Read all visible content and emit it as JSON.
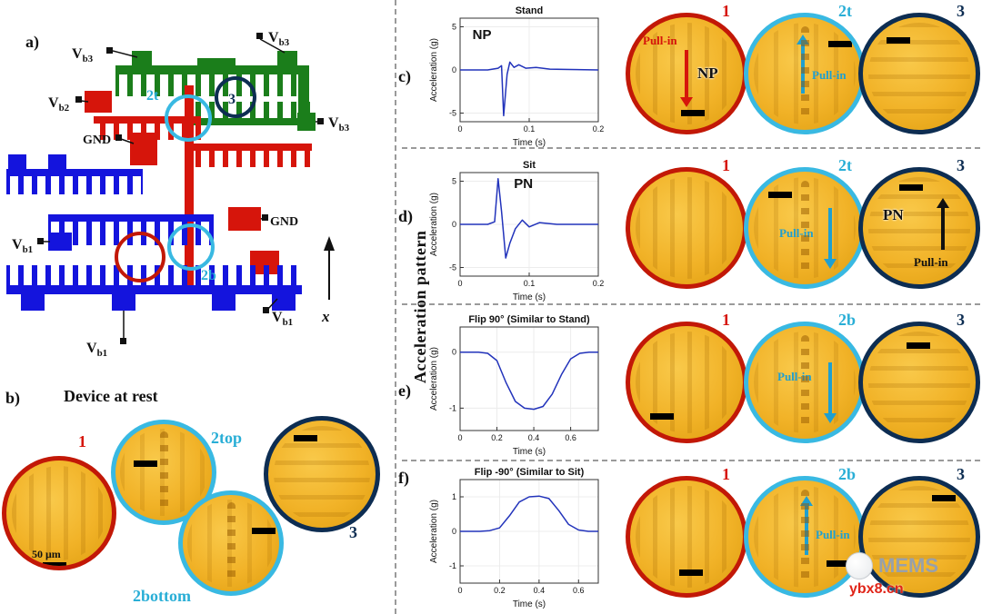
{
  "colors": {
    "red": "#d6150b",
    "green": "#1b7e1b",
    "blue": "#1414dd",
    "cyan": "#39b9e2",
    "navy": "#0d2d52",
    "chart_line": "#2233bb",
    "amber": "#f0b125"
  },
  "panel_labels": {
    "a": "a)",
    "b": "b)",
    "c": "c)",
    "d": "d)",
    "e": "e)",
    "f": "f)"
  },
  "panel_a": {
    "labels": {
      "vb3_tl": {
        "v": "V",
        "s": "b3"
      },
      "vb3_tr": {
        "v": "V",
        "s": "b3"
      },
      "vb2": {
        "v": "V",
        "s": "b2"
      },
      "vb3_r": {
        "v": "V",
        "s": "b3"
      },
      "gnd_l": "GND",
      "gnd_r": "GND",
      "vb1_l": {
        "v": "V",
        "s": "b1"
      },
      "vb1_b": {
        "v": "V",
        "s": "b1"
      },
      "vb1_br": {
        "v": "V",
        "s": "b1"
      },
      "t2": "2t",
      "b2": "2b",
      "n3": "3",
      "axis": "x"
    }
  },
  "panel_b": {
    "title": "Device at rest",
    "scale_bar": "50 μm",
    "circles": [
      {
        "label": "1"
      },
      {
        "label": "2top"
      },
      {
        "label": "2bottom"
      },
      {
        "label": "3"
      }
    ]
  },
  "middle": {
    "rotated_label": "Acceleration pattern"
  },
  "chart_data": [
    {
      "type": "line",
      "title": "Stand",
      "xlabel": "Time (s)",
      "ylabel": "Acceleration (g)",
      "xlim": [
        0,
        0.2
      ],
      "ylim": [
        -6,
        6
      ],
      "xticks": [
        0,
        0.1,
        0.2
      ],
      "yticks": [
        -5,
        0,
        5
      ],
      "annotation": {
        "text": "NP",
        "x": 0.018,
        "y": 3.6
      },
      "x": [
        0,
        0.04,
        0.055,
        0.06,
        0.063,
        0.068,
        0.072,
        0.078,
        0.085,
        0.095,
        0.11,
        0.13,
        0.16,
        0.2
      ],
      "y": [
        0,
        0,
        0.2,
        0.5,
        -5.3,
        -0.5,
        0.9,
        0.3,
        0.6,
        0.2,
        0.3,
        0.1,
        0.05,
        0
      ]
    },
    {
      "type": "line",
      "title": "Sit",
      "xlabel": "Time (s)",
      "ylabel": "Acceleration (g)",
      "xlim": [
        0,
        0.2
      ],
      "ylim": [
        -6,
        6
      ],
      "xticks": [
        0,
        0.1,
        0.2
      ],
      "yticks": [
        -5,
        0,
        5
      ],
      "annotation": {
        "text": "PN",
        "x": 0.078,
        "y": 4.2
      },
      "x": [
        0,
        0.04,
        0.05,
        0.055,
        0.06,
        0.066,
        0.072,
        0.08,
        0.09,
        0.1,
        0.115,
        0.14,
        0.17,
        0.2
      ],
      "y": [
        0,
        0,
        0.3,
        5.3,
        1.5,
        -3.9,
        -2.2,
        -0.5,
        0.5,
        -0.3,
        0.2,
        0,
        0,
        0
      ]
    },
    {
      "type": "line",
      "title": "Flip 90° (Similar to Stand)",
      "xlabel": "Time (s)",
      "ylabel": "Acceleration (g)",
      "xlim": [
        0,
        0.75
      ],
      "ylim": [
        -1.4,
        0.45
      ],
      "xticks": [
        0,
        0.2,
        0.4,
        0.6
      ],
      "yticks": [
        -1,
        0
      ],
      "x": [
        0,
        0.1,
        0.15,
        0.2,
        0.25,
        0.3,
        0.35,
        0.4,
        0.45,
        0.5,
        0.55,
        0.6,
        0.65,
        0.7,
        0.75
      ],
      "y": [
        0,
        0,
        -0.02,
        -0.15,
        -0.55,
        -0.88,
        -1.0,
        -1.02,
        -0.97,
        -0.75,
        -0.4,
        -0.12,
        -0.02,
        0,
        0
      ]
    },
    {
      "type": "line",
      "title": "Flip -90° (Similar to Sit)",
      "xlabel": "Time (s)",
      "ylabel": "Acceleration (g)",
      "xlim": [
        0,
        0.7
      ],
      "ylim": [
        -1.5,
        1.5
      ],
      "xticks": [
        0,
        0.2,
        0.4,
        0.6
      ],
      "yticks": [
        -1,
        0,
        1
      ],
      "x": [
        0,
        0.1,
        0.15,
        0.2,
        0.25,
        0.3,
        0.35,
        0.4,
        0.45,
        0.5,
        0.55,
        0.6,
        0.65,
        0.7
      ],
      "y": [
        0,
        0,
        0.02,
        0.1,
        0.45,
        0.85,
        1.0,
        1.02,
        0.95,
        0.6,
        0.2,
        0.04,
        0,
        0
      ]
    }
  ],
  "right_rows": [
    {
      "circles": [
        {
          "label": "1",
          "pullin": "Pull-in",
          "tag": "NP"
        },
        {
          "label": "2t",
          "pullin": "Pull-in"
        },
        {
          "label": "3"
        }
      ]
    },
    {
      "circles": [
        {
          "label": "1"
        },
        {
          "label": "2t",
          "pullin": "Pull-in"
        },
        {
          "label": "3",
          "pullin": "Pull-in",
          "tag": "PN"
        }
      ]
    },
    {
      "circles": [
        {
          "label": "1"
        },
        {
          "label": "2b",
          "pullin": "Pull-in"
        },
        {
          "label": "3"
        }
      ]
    },
    {
      "circles": [
        {
          "label": "1"
        },
        {
          "label": "2b",
          "pullin": "Pull-in"
        },
        {
          "label": "3"
        }
      ]
    }
  ],
  "watermark": {
    "brand": "MEMS",
    "site": "ybx8.cn"
  }
}
